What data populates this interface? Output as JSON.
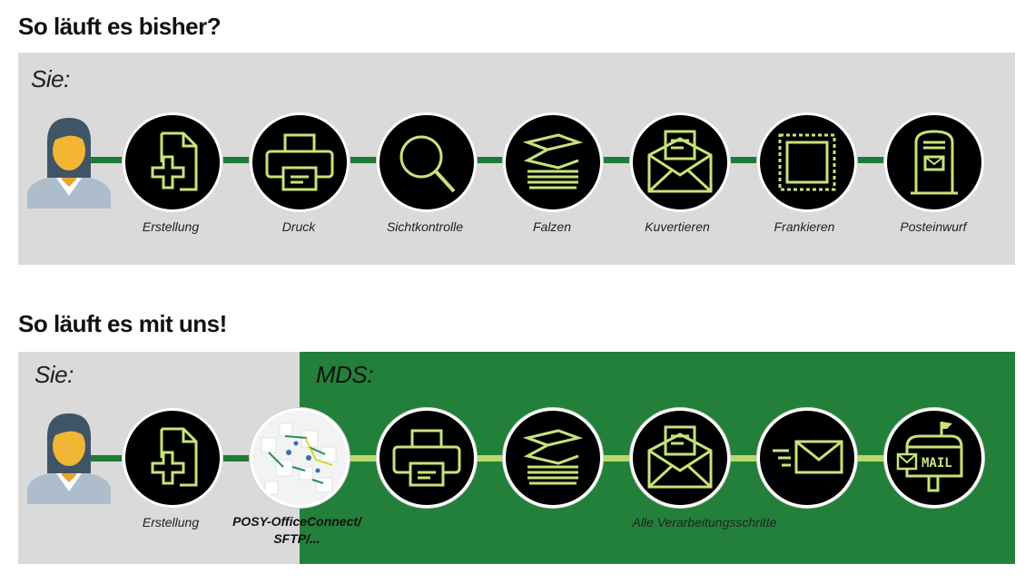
{
  "section1": {
    "heading": "So läuft es bisher?",
    "who": "Sie:",
    "steps": [
      {
        "label": "Erstellung",
        "icon": "new-document-icon"
      },
      {
        "label": "Druck",
        "icon": "printer-icon"
      },
      {
        "label": "Sichtkontrolle",
        "icon": "magnifier-icon"
      },
      {
        "label": "Falzen",
        "icon": "folded-paper-icon"
      },
      {
        "label": "Kuvertieren",
        "icon": "envelope-letter-icon"
      },
      {
        "label": "Frankieren",
        "icon": "stamp-icon"
      },
      {
        "label": "Posteinwurf",
        "icon": "mailbox-icon"
      }
    ]
  },
  "section2": {
    "heading": "So läuft es mit uns!",
    "who_left": "Sie:",
    "who_right": "MDS:",
    "create_label": "Erstellung",
    "transfer_label_line1": "POSY-OfficeConnect/",
    "transfer_label_line2": "SFTP/...",
    "processing_label": "Alle Verarbeitungsschritte",
    "icons": [
      "new-document-icon",
      "network-cubes-icon",
      "printer-icon",
      "folded-paper-icon",
      "envelope-letter-icon",
      "fast-mail-icon",
      "mail-mailbox-icon"
    ],
    "mailbox_text": "MAIL"
  },
  "colors": {
    "panel_gray": "#dadada",
    "panel_green": "#23803a",
    "icon_lime": "#c8e27a",
    "connector_dark": "#1f7a35",
    "connector_light": "#b9d86b"
  }
}
